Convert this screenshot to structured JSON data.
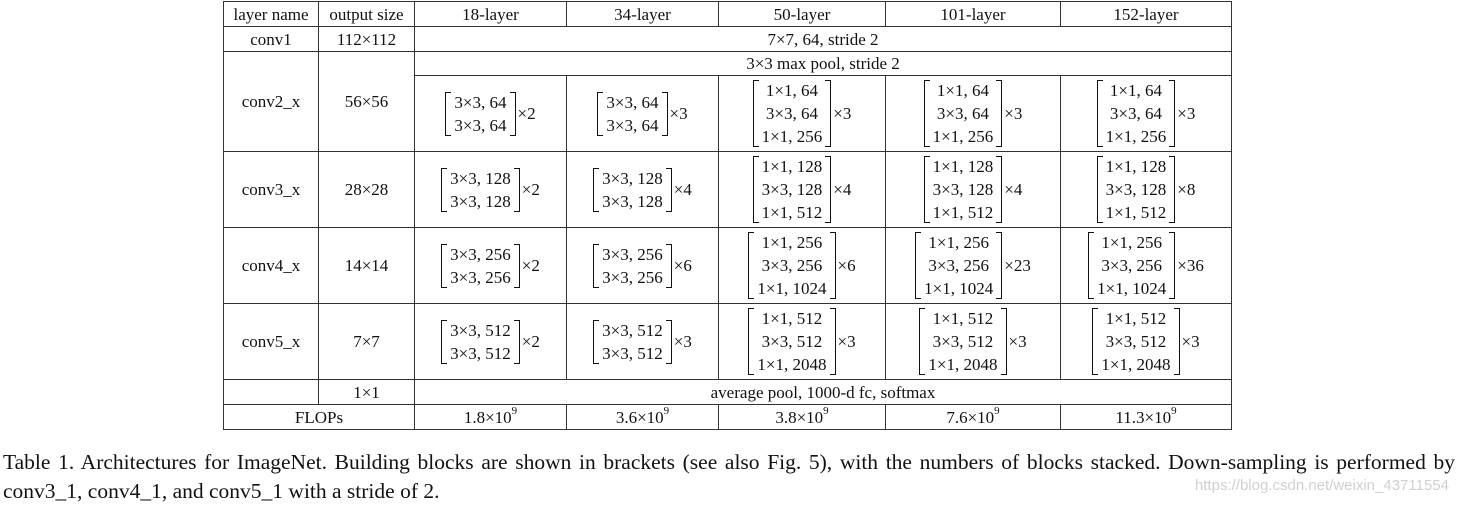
{
  "table": {
    "headers": [
      "layer name",
      "output size",
      "18-layer",
      "34-layer",
      "50-layer",
      "101-layer",
      "152-layer"
    ],
    "conv1": {
      "name": "conv1",
      "size": "112×112",
      "desc": "7×7, 64, stride 2"
    },
    "maxpool": "3×3 max pool, stride 2",
    "blocks": [
      {
        "name": "conv2_x",
        "size": "56×56",
        "cells": [
          {
            "lines": [
              "3×3, 64",
              "3×3, 64"
            ],
            "rep": "×2"
          },
          {
            "lines": [
              "3×3, 64",
              "3×3, 64"
            ],
            "rep": "×3"
          },
          {
            "lines": [
              "1×1, 64",
              "3×3, 64",
              "1×1, 256"
            ],
            "rep": "×3"
          },
          {
            "lines": [
              "1×1, 64",
              "3×3, 64",
              "1×1, 256"
            ],
            "rep": "×3"
          },
          {
            "lines": [
              "1×1, 64",
              "3×3, 64",
              "1×1, 256"
            ],
            "rep": "×3"
          }
        ]
      },
      {
        "name": "conv3_x",
        "size": "28×28",
        "cells": [
          {
            "lines": [
              "3×3, 128",
              "3×3, 128"
            ],
            "rep": "×2"
          },
          {
            "lines": [
              "3×3, 128",
              "3×3, 128"
            ],
            "rep": "×4"
          },
          {
            "lines": [
              "1×1, 128",
              "3×3, 128",
              "1×1, 512"
            ],
            "rep": "×4"
          },
          {
            "lines": [
              "1×1, 128",
              "3×3, 128",
              "1×1, 512"
            ],
            "rep": "×4"
          },
          {
            "lines": [
              "1×1, 128",
              "3×3, 128",
              "1×1, 512"
            ],
            "rep": "×8"
          }
        ]
      },
      {
        "name": "conv4_x",
        "size": "14×14",
        "cells": [
          {
            "lines": [
              "3×3, 256",
              "3×3, 256"
            ],
            "rep": "×2"
          },
          {
            "lines": [
              "3×3, 256",
              "3×3, 256"
            ],
            "rep": "×6"
          },
          {
            "lines": [
              "1×1, 256",
              "3×3, 256",
              "1×1, 1024"
            ],
            "rep": "×6"
          },
          {
            "lines": [
              "1×1, 256",
              "3×3, 256",
              "1×1, 1024"
            ],
            "rep": "×23"
          },
          {
            "lines": [
              "1×1, 256",
              "3×3, 256",
              "1×1, 1024"
            ],
            "rep": "×36"
          }
        ]
      },
      {
        "name": "conv5_x",
        "size": "7×7",
        "cells": [
          {
            "lines": [
              "3×3, 512",
              "3×3, 512"
            ],
            "rep": "×2"
          },
          {
            "lines": [
              "3×3, 512",
              "3×3, 512"
            ],
            "rep": "×3"
          },
          {
            "lines": [
              "1×1, 512",
              "3×3, 512",
              "1×1, 2048"
            ],
            "rep": "×3"
          },
          {
            "lines": [
              "1×1, 512",
              "3×3, 512",
              "1×1, 2048"
            ],
            "rep": "×3"
          },
          {
            "lines": [
              "1×1, 512",
              "3×3, 512",
              "1×1, 2048"
            ],
            "rep": "×3"
          }
        ]
      }
    ],
    "final": {
      "size": "1×1",
      "desc": "average pool, 1000-d fc, softmax"
    },
    "flops": {
      "label": "FLOPs",
      "values": [
        {
          "base": "1.8×10",
          "exp": "9"
        },
        {
          "base": "3.6×10",
          "exp": "9"
        },
        {
          "base": "3.8×10",
          "exp": "9"
        },
        {
          "base": "7.6×10",
          "exp": "9"
        },
        {
          "base": "11.3×10",
          "exp": "9"
        }
      ]
    }
  },
  "caption": "Table 1. Architectures for ImageNet. Building blocks are shown in brackets (see also Fig. 5), with the numbers of blocks stacked. Down-sampling is performed by conv3_1, conv4_1, and conv5_1 with a stride of 2.",
  "watermark": "https://blog.csdn.net/weixin_43711554"
}
